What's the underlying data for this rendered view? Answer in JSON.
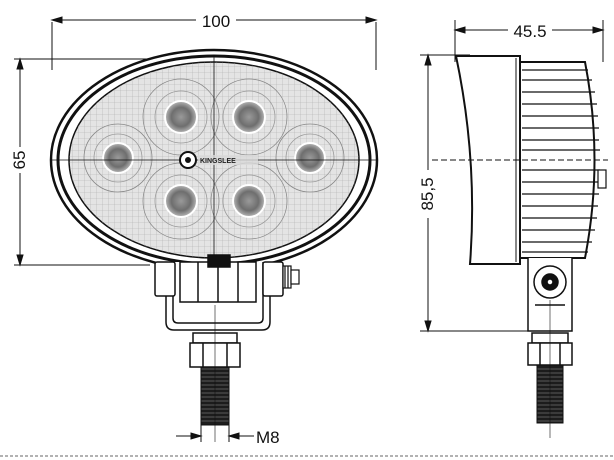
{
  "dimensions": {
    "width": "100",
    "height": "65",
    "depth": "45.5",
    "total_height": "85,5",
    "thread": "M8"
  },
  "brand_logo": "KINGSLEE",
  "colors": {
    "line": "#111111",
    "lens": "#d9d9d9",
    "led": "#8a8a8a",
    "bolt": "#222222"
  }
}
